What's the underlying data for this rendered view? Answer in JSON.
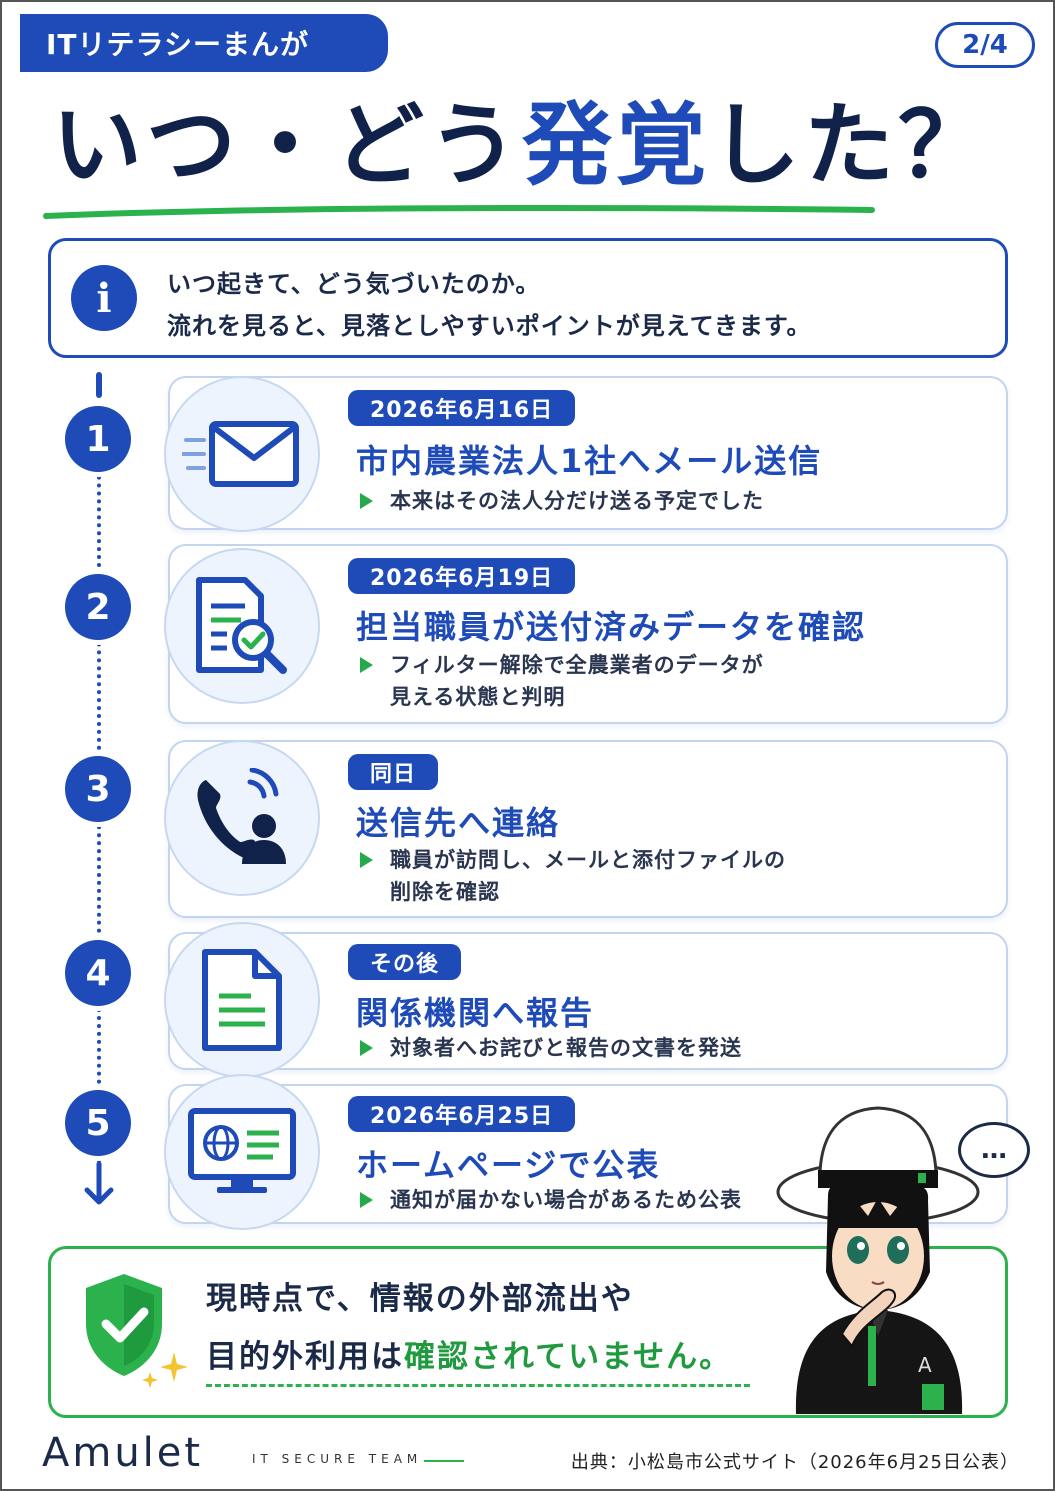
{
  "header": {
    "tag": "ITリテラシーまんが",
    "page": "2/4",
    "title_part1": "いつ・どう",
    "title_highlight": "発覚",
    "title_part2": "した？"
  },
  "intro": {
    "line1": "いつ起きて、どう気づいたのか。",
    "line2": "流れを見ると、見落としやすいポイントが見えてきます。"
  },
  "steps": [
    {
      "num": "1",
      "date": "2026年6月16日",
      "title": "市内農業法人1社へメール送信",
      "desc1": "本来はその法人分だけ送る予定でした",
      "desc2": "",
      "icon": "mail-icon"
    },
    {
      "num": "2",
      "date": "2026年6月19日",
      "title": "担当職員が送付済みデータを確認",
      "desc1": "フィルター解除で全農業者のデータが",
      "desc2": "見える状態と判明",
      "icon": "document-search-icon"
    },
    {
      "num": "3",
      "date": "同日",
      "title": "送信先へ連絡",
      "desc1": "職員が訪問し、メールと添付ファイルの",
      "desc2": "削除を確認",
      "icon": "phone-call-icon"
    },
    {
      "num": "4",
      "date": "その後",
      "title": "関係機関へ報告",
      "desc1": "対象者へお詫びと報告の文書を発送",
      "desc2": "",
      "icon": "document-icon"
    },
    {
      "num": "5",
      "date": "2026年6月25日",
      "title": "ホームページで公表",
      "desc1": "通知が届かない場合があるため公表",
      "desc2": "",
      "icon": "website-icon"
    }
  ],
  "conclusion": {
    "line1": "現時点で、情報の外部流出や",
    "line2_plain": "目的外利用は",
    "line2_green": "確認されていません。"
  },
  "speech_bubble": "…",
  "footer": {
    "logo": "Amulet",
    "team": "IT SECURE TEAM",
    "source": "出典：小松島市公式サイト（2026年6月25日公表）"
  },
  "colors": {
    "primary": "#1e4bb8",
    "accent_green": "#2bb24c",
    "text": "#1c2a4a"
  }
}
